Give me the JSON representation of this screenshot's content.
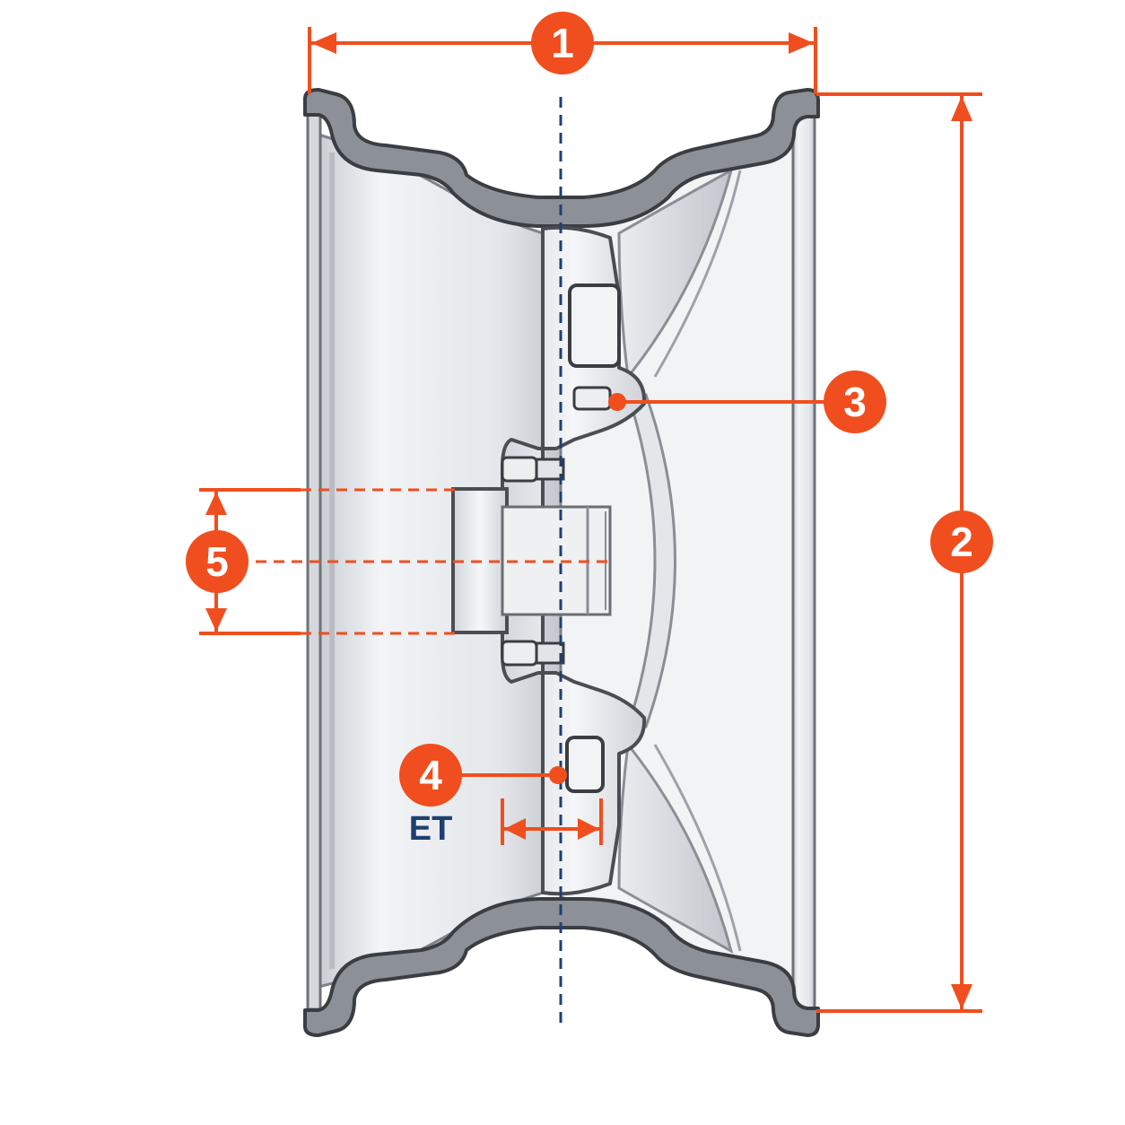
{
  "markers": {
    "m1": "1",
    "m2": "2",
    "m3": "3",
    "m4": "4",
    "m5": "5"
  },
  "offset_label": "ET",
  "colors": {
    "accent": "#f04e1e",
    "centerline": "#1f3f73",
    "rim_outline": "#3a3d42",
    "rim_fill": "#8c9097",
    "barrel": "#dfe3e8",
    "hub": "#e7eaee"
  }
}
